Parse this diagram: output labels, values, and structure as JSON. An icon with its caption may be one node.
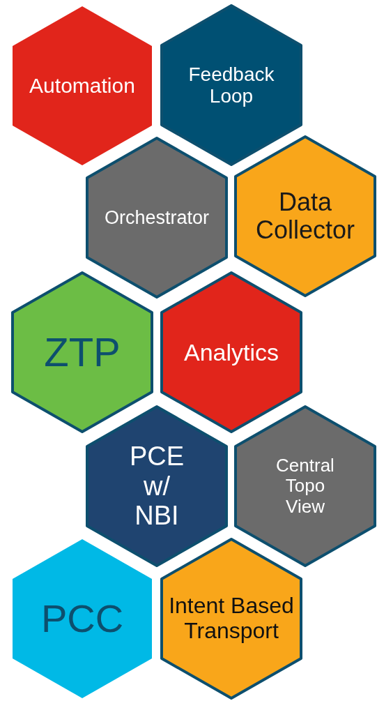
{
  "diagram": {
    "nodes": [
      {
        "text": [
          "Automation"
        ]
      },
      {
        "text": [
          "Feedback Loop"
        ]
      },
      {
        "text": [
          "Orchestrator"
        ]
      },
      {
        "text": [
          "Data Collector"
        ]
      },
      {
        "text": [
          "ZTP"
        ]
      },
      {
        "text": [
          "Analytics"
        ]
      },
      {
        "text": [
          "PCE w/ NBI"
        ]
      },
      {
        "text": [
          "Central Topo View"
        ]
      },
      {
        "text": [
          "PCC"
        ]
      },
      {
        "text": [
          "Intent Based Transport"
        ]
      }
    ]
  }
}
